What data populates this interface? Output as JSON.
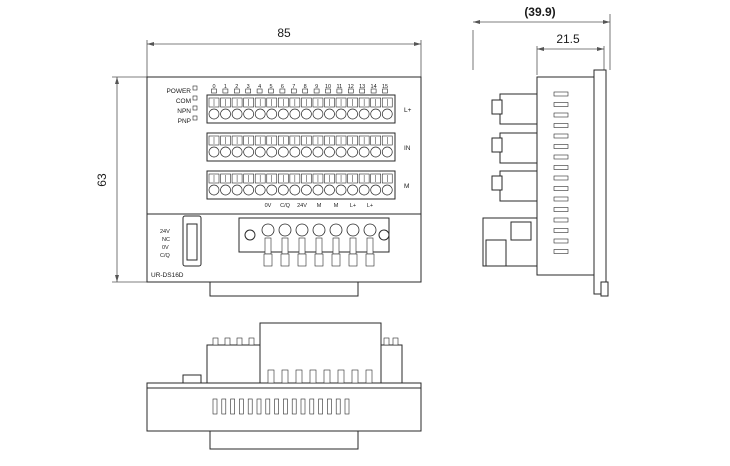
{
  "dimensions": {
    "width_85": "85",
    "height_63": "63",
    "overall_depth": "(39.9)",
    "body_depth": "21.5"
  },
  "front": {
    "led_labels": [
      "POWER",
      "COM",
      "NPN",
      "PNP"
    ],
    "channel_numbers": [
      "0",
      "1",
      "2",
      "3",
      "4",
      "5",
      "6",
      "7",
      "8",
      "9",
      "10",
      "11",
      "12",
      "13",
      "14",
      "15"
    ],
    "row_labels": [
      "L+",
      "IN",
      "M"
    ],
    "connector_labels": [
      "0V",
      "C/Q",
      "24V",
      "M",
      "M",
      "L+",
      "L+"
    ],
    "port_labels": [
      "24V",
      "NC",
      "0V",
      "C/Q"
    ],
    "model": "UR-DS16D"
  },
  "colors": {
    "line": "#2a2a2a",
    "dimension_line": "#555555",
    "face": "#ffffff"
  }
}
